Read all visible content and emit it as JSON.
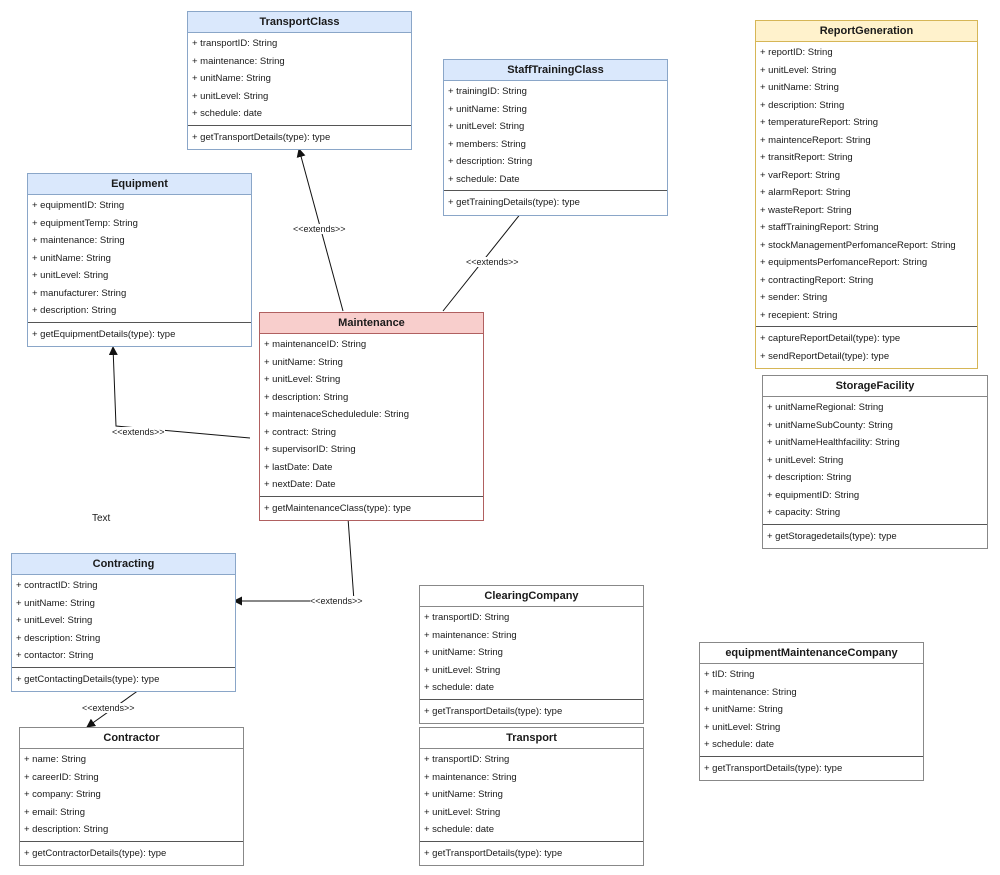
{
  "classes": {
    "transport_class": {
      "name": "TransportClass",
      "attributes": [
        "+ transportID: String",
        "+ maintenance: String",
        "+ unitName: String",
        "+ unitLevel: String",
        "+ schedule: date"
      ],
      "operations": [
        "+ getTransportDetails(type): type"
      ]
    },
    "staff_training_class": {
      "name": "StaffTrainingClass",
      "attributes": [
        "+ trainingID: String",
        "+ unitName: String",
        "+ unitLevel: String",
        "+ members: String",
        "+ description: String",
        "+ schedule: Date"
      ],
      "operations": [
        "+ getTrainingDetails(type): type"
      ]
    },
    "report_generation": {
      "name": "ReportGeneration",
      "attributes": [
        "+ reportID: String",
        "+ unitLevel: String",
        "+ unitName: String",
        "+ description: String",
        "+ temperatureReport: String",
        "+ maintenceReport: String",
        "+ transitReport: String",
        "+ varReport: String",
        "+ alarmReport: String",
        "+ wasteReport: String",
        "+ staffTrainingReport: String",
        "+ stockManagementPerfomanceReport: String",
        "+ equipmentsPerfomanceReport: String",
        "+ contractingReport: String",
        "+ sender: String",
        "+ recepient: String"
      ],
      "operations": [
        "+ captureReportDetail(type): type",
        "+ sendReportDetail(type): type"
      ]
    },
    "equipment": {
      "name": "Equipment",
      "attributes": [
        "+ equipmentID: String",
        "+ equipmentTemp: String",
        "+ maintenance: String",
        "+ unitName: String",
        "+ unitLevel: String",
        "+ manufacturer: String",
        "+ description: String"
      ],
      "operations": [
        "+ getEquipmentDetails(type): type"
      ]
    },
    "maintenance": {
      "name": "Maintenance",
      "attributes": [
        "+ maintenanceID: String",
        "+ unitName: String",
        "+ unitLevel: String",
        "+ description: String",
        "+ maintenaceScheduledule: String",
        "+ contract: String",
        "+ supervisorID: String",
        "+ lastDate: Date",
        "+ nextDate: Date"
      ],
      "operations": [
        "+ getMaintenanceClass(type): type"
      ]
    },
    "storage_facility": {
      "name": "StorageFacility",
      "attributes": [
        "+ unitNameRegional: String",
        "+ unitNameSubCounty: String",
        "+ unitNameHealthfacility: String",
        "+ unitLevel: String",
        "+ description: String",
        "+ equipmentID: String",
        "+ capacity: String"
      ],
      "operations": [
        "+ getStoragedetails(type): type"
      ]
    },
    "contracting": {
      "name": "Contracting",
      "attributes": [
        "+ contractID: String",
        "+ unitName: String",
        "+ unitLevel: String",
        "+ description: String",
        "+ contactor: String"
      ],
      "operations": [
        "+ getContactingDetails(type): type"
      ]
    },
    "clearing_company": {
      "name": "ClearingCompany",
      "attributes": [
        "+ transportID: String",
        "+ maintenance: String",
        "+ unitName: String",
        "+ unitLevel: String",
        "+ schedule: date"
      ],
      "operations": [
        "+ getTransportDetails(type): type"
      ]
    },
    "equipment_maintenance_company": {
      "name": "equipmentMaintenanceCompany",
      "attributes": [
        "+ tID: String",
        "+ maintenance: String",
        "+ unitName: String",
        "+ unitLevel: String",
        "+ schedule: date"
      ],
      "operations": [
        "+ getTransportDetails(type): type"
      ]
    },
    "contractor": {
      "name": "Contractor",
      "attributes": [
        "+ name: String",
        "+ careerID: String",
        "+ company: String",
        "+ email: String",
        "+ description: String"
      ],
      "operations": [
        "+ getContractorDetails(type): type"
      ]
    },
    "transport": {
      "name": "Transport",
      "attributes": [
        "+ transportID: String",
        "+ maintenance: String",
        "+ unitName: String",
        "+ unitLevel: String",
        "+ schedule: date"
      ],
      "operations": [
        "+ getTransportDetails(type): type"
      ]
    }
  },
  "edges": {
    "to_transport_class": "<<extends>>",
    "to_staff_training": "<<extends>>",
    "to_equipment": "<<extends>>",
    "to_contracting": "<<extends>>",
    "to_contractor": "<<extends>>"
  },
  "free_text": "Text",
  "colors": {
    "blue_fill": "#dae8fc",
    "red_fill": "#f8cecc",
    "yellow_fill": "#fff2cc",
    "line": "#111111"
  }
}
